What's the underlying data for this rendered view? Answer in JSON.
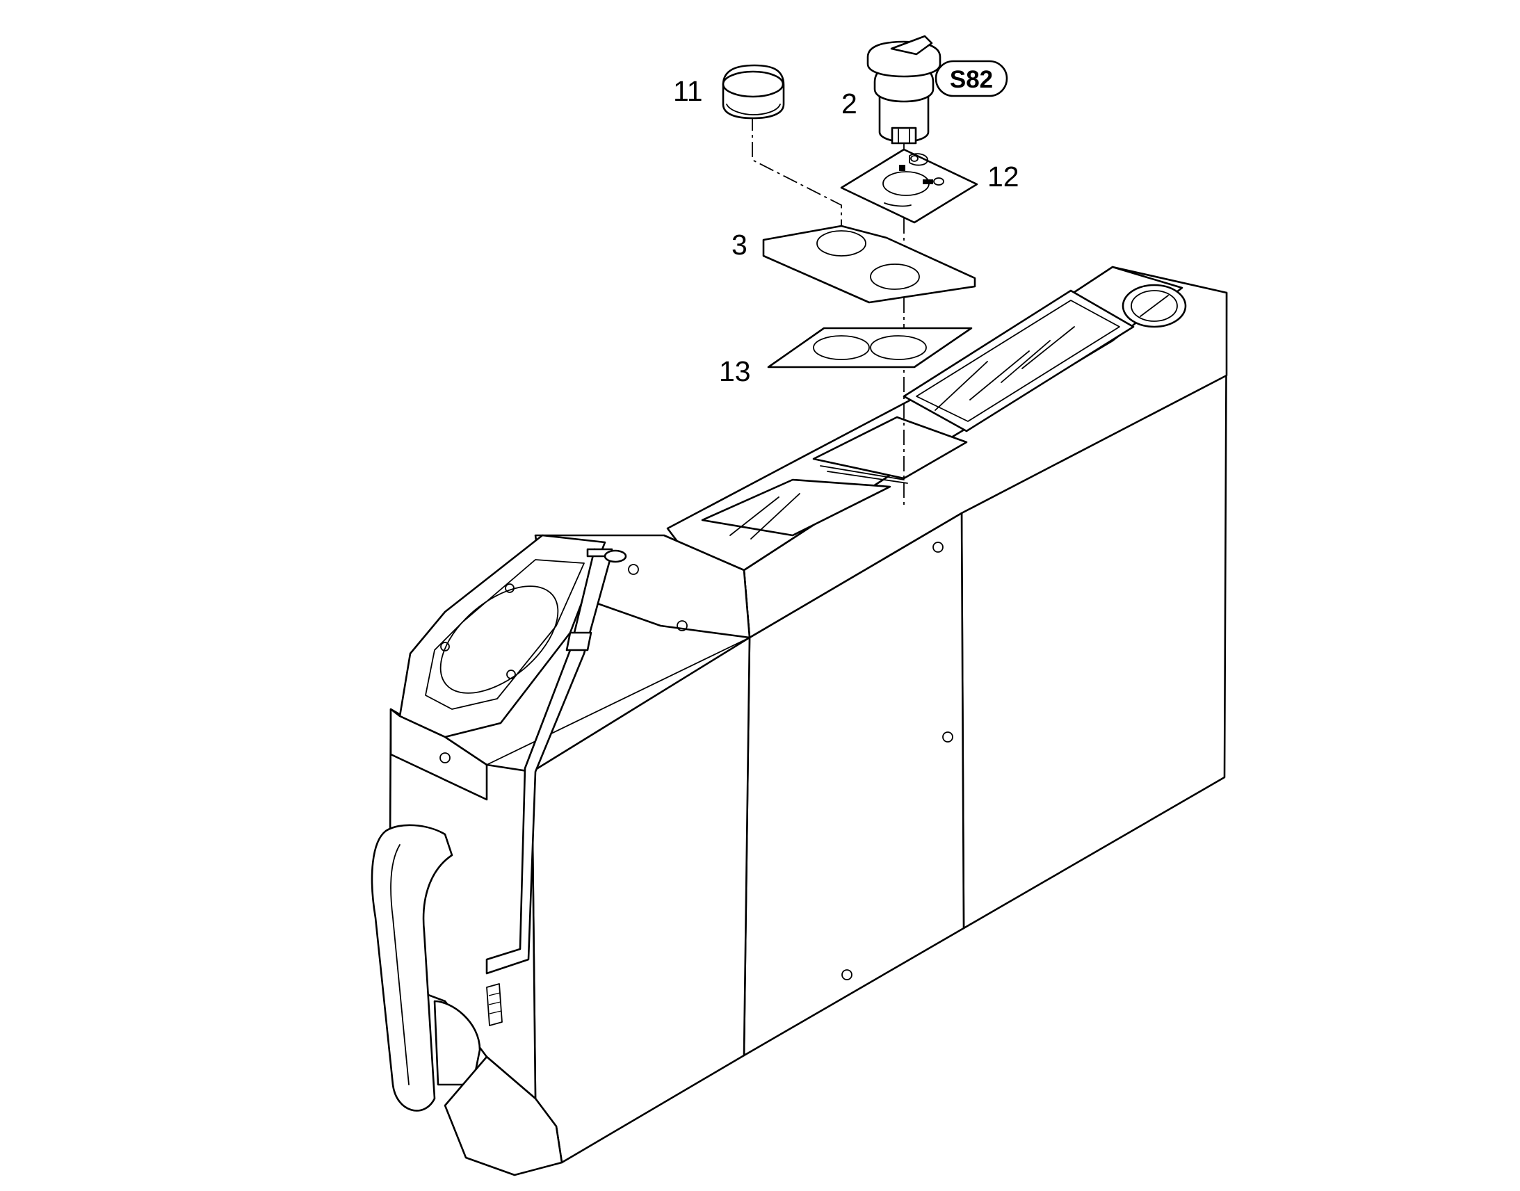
{
  "callouts": {
    "part_11": "11",
    "part_2": "2",
    "part_12": "12",
    "part_3": "3",
    "part_13": "13"
  },
  "badge": {
    "label": "S82"
  },
  "colors": {
    "line": "#000000",
    "background": "#ffffff"
  }
}
